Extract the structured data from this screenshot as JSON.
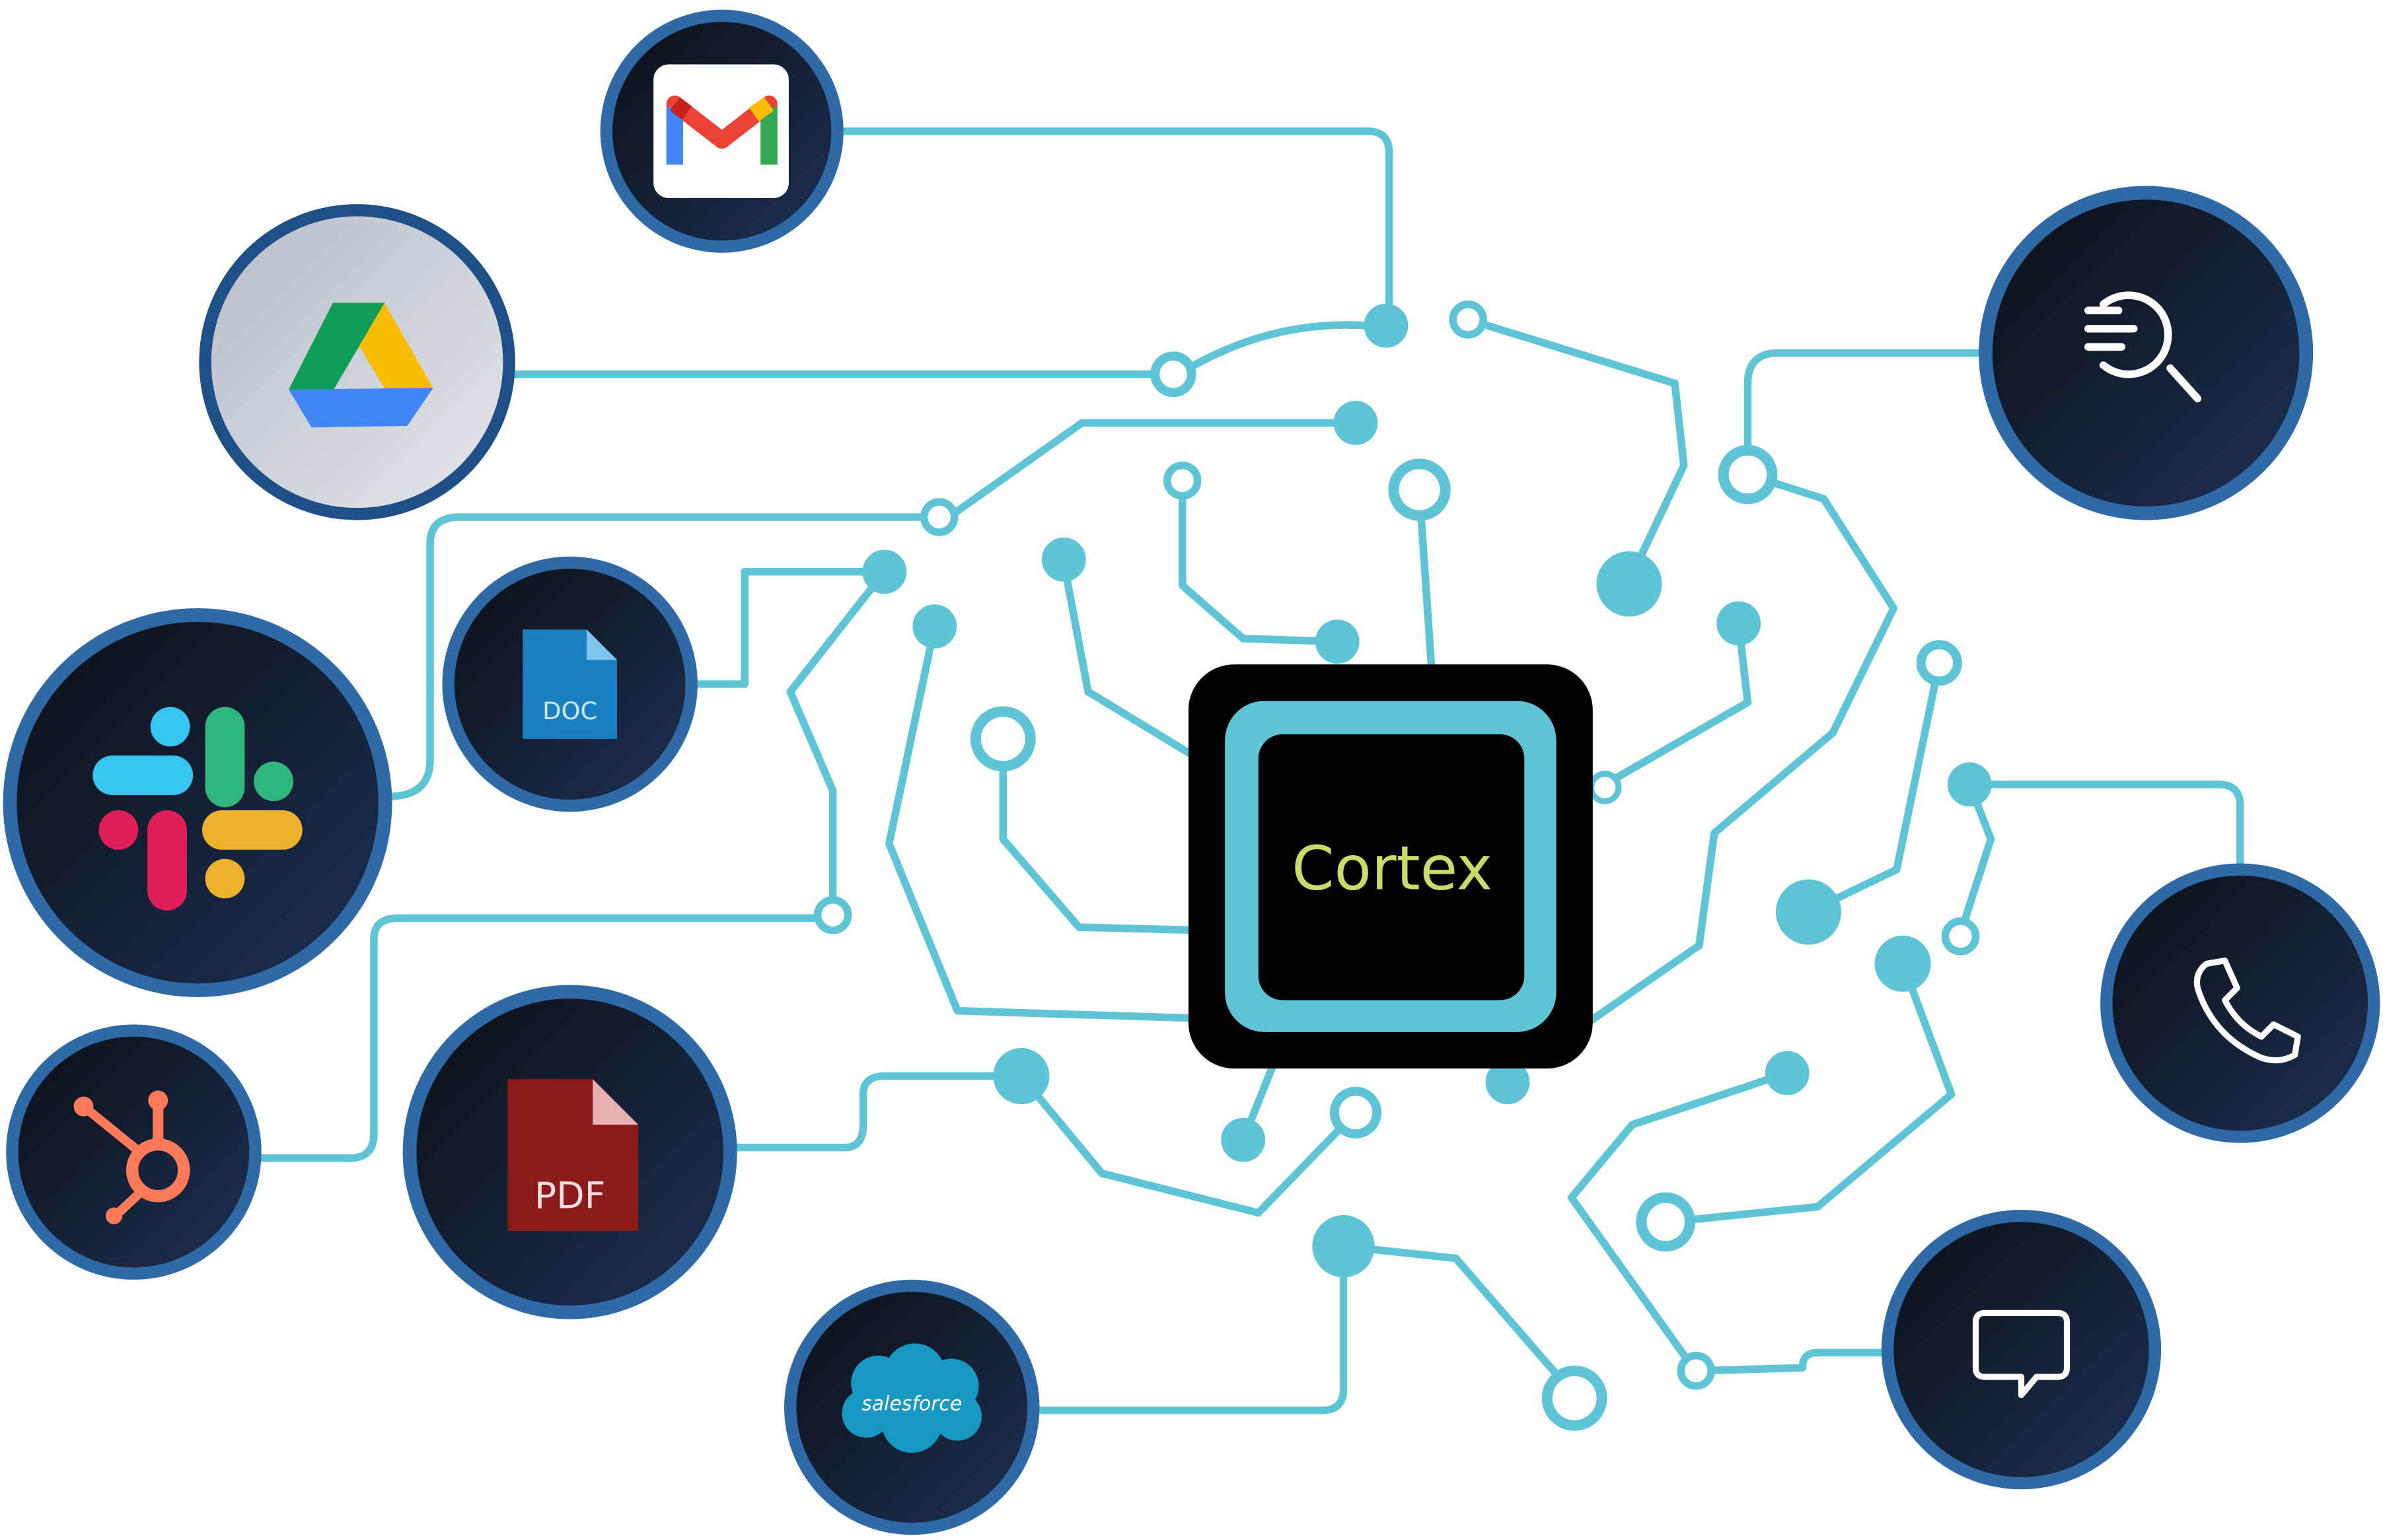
{
  "center": {
    "label": "Cortex",
    "label_color": "#c9dc6a",
    "frame_color": "#5fc4d6",
    "body_color": "#000000"
  },
  "colors": {
    "circuit": "#5fc4d6",
    "node_border": "#2f6aa7",
    "node_fill": "#141a24",
    "drive_fill": "#c9cdd6"
  },
  "integrations": [
    {
      "name": "gmail",
      "icon": "gmail-icon"
    },
    {
      "name": "google-drive",
      "icon": "google-drive-icon"
    },
    {
      "name": "slack",
      "icon": "slack-icon"
    },
    {
      "name": "doc",
      "icon": "doc-file-icon",
      "label": "DOC"
    },
    {
      "name": "hubspot",
      "icon": "hubspot-icon"
    },
    {
      "name": "pdf",
      "icon": "pdf-file-icon",
      "label": "PDF"
    },
    {
      "name": "salesforce",
      "icon": "salesforce-icon",
      "label": "salesforce"
    },
    {
      "name": "search",
      "icon": "search-list-icon"
    },
    {
      "name": "phone",
      "icon": "phone-icon"
    },
    {
      "name": "chat",
      "icon": "chat-bubble-icon"
    }
  ]
}
